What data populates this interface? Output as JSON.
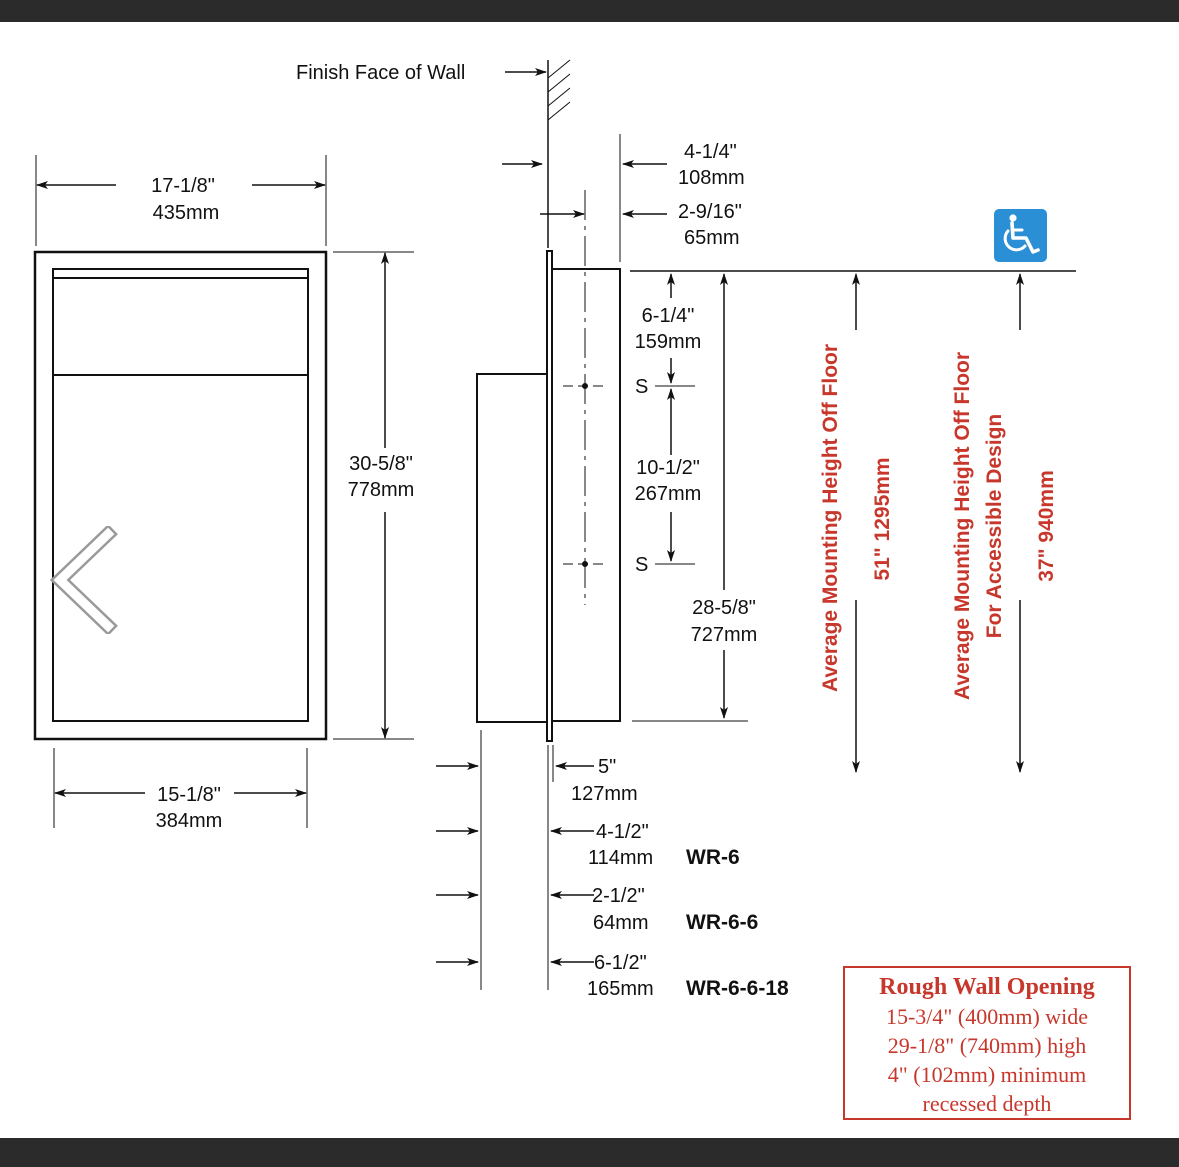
{
  "labels": {
    "finish_face": "Finish Face of Wall",
    "width_in": "17-1/8\"",
    "width_mm": "435mm",
    "height_in": "30-5/8\"",
    "height_mm": "778mm",
    "inner_w_in": "15-1/8\"",
    "inner_w_mm": "384mm",
    "d1_in": "4-1/4\"",
    "d1_mm": "108mm",
    "d2_in": "2-9/16\"",
    "d2_mm": "65mm",
    "d3_in": "6-1/4\"",
    "d3_mm": "159mm",
    "s1": "S",
    "s2": "S",
    "d4_in": "10-1/2\"",
    "d4_mm": "267mm",
    "d5_in": "28-5/8\"",
    "d5_mm": "727mm",
    "d6_in": "5\"",
    "d6_mm": "127mm",
    "d7_in": "4-1/2\"",
    "d7_mm": "114mm",
    "d8_in": "2-1/2\"",
    "d8_mm": "64mm",
    "d9_in": "6-1/2\"",
    "d9_mm": "165mm"
  },
  "models": {
    "m1": "WR-6",
    "m2": "WR-6-6",
    "m3": "WR-6-6-18"
  },
  "mounting": {
    "avg": "Average Mounting Height Off Floor",
    "avg_val": "51\" 1295mm",
    "acc1": "Average Mounting Height Off Floor",
    "acc2": "For Accessible Design",
    "acc_val": "37\" 940mm"
  },
  "rough_opening": {
    "title": "Rough Wall Opening",
    "line1": "15-3/4\" (400mm) wide",
    "line2": "29-1/8\" (740mm) high",
    "line3": "4\" (102mm) minimum",
    "line4": "recessed depth"
  },
  "icons": {
    "accessibility": "wheelchair-icon",
    "back": "chevron-left-icon"
  },
  "colors": {
    "accent_red": "#c8372b",
    "icon_blue": "#2b8fd6",
    "bar": "#2b2b2b"
  }
}
